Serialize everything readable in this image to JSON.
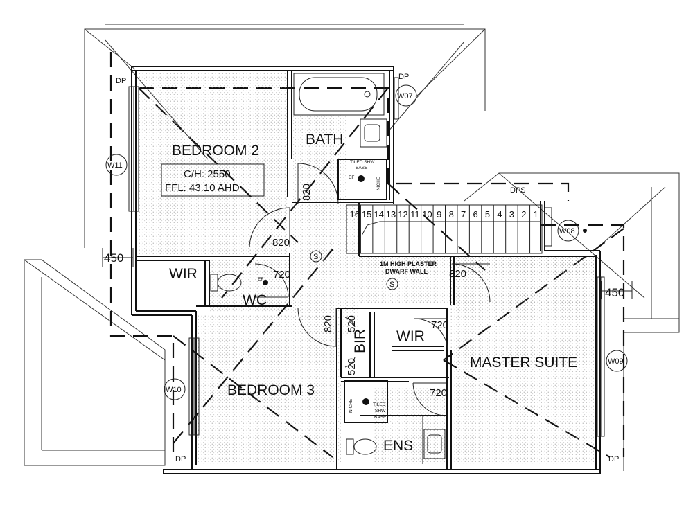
{
  "rooms": {
    "bedroom2": "BEDROOM 2",
    "bath": "BATH",
    "wir_left": "WIR",
    "wc": "WC",
    "bedroom3": "BEDROOM 3",
    "bir": "BIR",
    "wir_right": "WIR",
    "master_suite": "MASTER SUITE",
    "ens": "ENS"
  },
  "info_box": {
    "ceiling_height": "C/H: 2550",
    "floor_level": "FFL: 43.10 AHD"
  },
  "door_widths": {
    "bath_door": "820",
    "bed2_door": "820",
    "wc_door": "720",
    "bed3_door": "820",
    "bir_top": "520",
    "bir_bottom": "520",
    "wir_door": "720",
    "master_door": "820",
    "ens_door": "720"
  },
  "dimensions": {
    "left_overhang": "450",
    "right_overhang": "450"
  },
  "window_tags": {
    "w07": "W07",
    "w11": "W11",
    "w08": "W08",
    "w09": "W09",
    "w10": "W10"
  },
  "downpipes": {
    "top_left": "DP",
    "top_right": "DP",
    "bottom_left": "DP",
    "bottom_right": "DP",
    "spreader": "DPS"
  },
  "fixtures": {
    "shower_bath": [
      "TILED SHW",
      "BASE"
    ],
    "shower_ens": [
      "TILED",
      "SHW",
      "BASE"
    ],
    "niche": "NICHE",
    "exhaust": "EF",
    "smoke_detector": "S"
  },
  "dwarf_wall": [
    "1M HIGH PLASTER",
    "DWARF WALL"
  ],
  "stair_numbers": [
    "16",
    "15",
    "14",
    "13",
    "12",
    "11",
    "10",
    "9",
    "8",
    "7",
    "6",
    "5",
    "4",
    "3",
    "2",
    "1"
  ]
}
